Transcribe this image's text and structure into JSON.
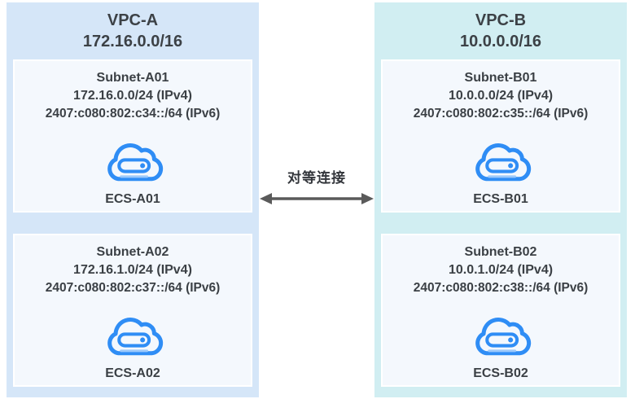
{
  "vpc_a": {
    "title": "VPC-A",
    "cidr": "172.16.0.0/16",
    "panel_color": "#d5e6f8",
    "subnets": [
      {
        "name": "Subnet-A01",
        "ipv4": "172.16.0.0/24 (IPv4)",
        "ipv6": "2407:c080:802:c34::/64 (IPv6)",
        "ecs_name": "ECS-A01"
      },
      {
        "name": "Subnet-A02",
        "ipv4": "172.16.1.0/24 (IPv4)",
        "ipv6": "2407:c080:802:c37::/64 (IPv6)",
        "ecs_name": "ECS-A02"
      }
    ]
  },
  "vpc_b": {
    "title": "VPC-B",
    "cidr": "10.0.0.0/16",
    "panel_color": "#d1eef2",
    "subnets": [
      {
        "name": "Subnet-B01",
        "ipv4": "10.0.0.0/24 (IPv4)",
        "ipv6": "2407:c080:802:c35::/64 (IPv6)",
        "ecs_name": "ECS-B01"
      },
      {
        "name": "Subnet-B02",
        "ipv4": "10.0.1.0/24 (IPv4)",
        "ipv6": "2407:c080:802:c38::/64 (IPv6)",
        "ecs_name": "ECS-B02"
      }
    ]
  },
  "connection": {
    "label": "对等连接",
    "arrow_color": "#5a5a5a",
    "label_color": "#33363b"
  },
  "colors": {
    "subnet_card_bg": "#f4f8fd",
    "subnet_card_border": "#ffffff",
    "text": "#3b4045",
    "icon_blue": "#2f8df5",
    "icon_light_blue": "#9cc9fb",
    "page_bg": "#ffffff"
  }
}
